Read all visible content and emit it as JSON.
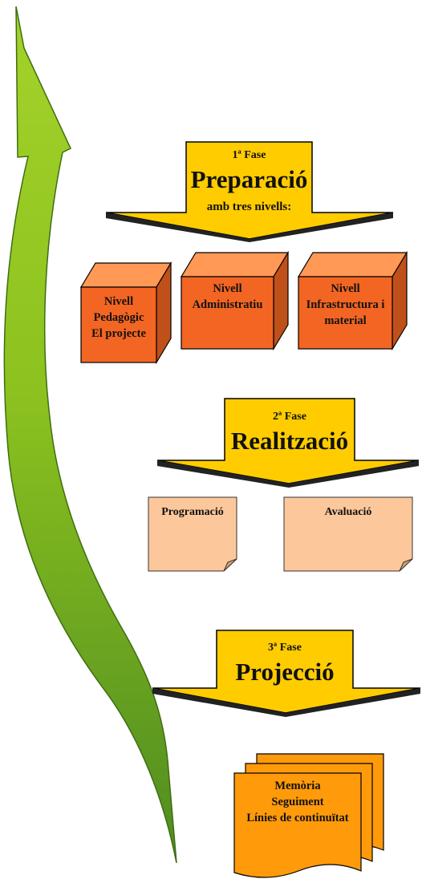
{
  "colors": {
    "arrow_green_top": "#9acd32",
    "arrow_green_bottom": "#4e8a1e",
    "phase_arrow": "#ffcc00",
    "box_front": "#f26522",
    "box_top": "#ff9955",
    "box_side": "#c0501a",
    "note": "#fcc89b",
    "doc": "#ff9a0a"
  },
  "phase1": {
    "label": "1ª  Fase",
    "title": "Preparació",
    "subtitle": "amb tres nivells:"
  },
  "levels": [
    {
      "line1": "Nivell",
      "line2": "Pedagògic",
      "line3": "El projecte"
    },
    {
      "line1": "Nivell",
      "line2": "Administratiu",
      "line3": ""
    },
    {
      "line1": "Nivell",
      "line2": "Infrastructura i",
      "line3": "material"
    }
  ],
  "phase2": {
    "label": "2ª Fase",
    "title": "Realització"
  },
  "notes": [
    "Programació",
    "Avaluació"
  ],
  "phase3": {
    "label": "3ª Fase",
    "title": "Projecció"
  },
  "documents": {
    "line1": "Memòria",
    "line2": "Seguiment",
    "line3": "Línies de continuïtat"
  }
}
